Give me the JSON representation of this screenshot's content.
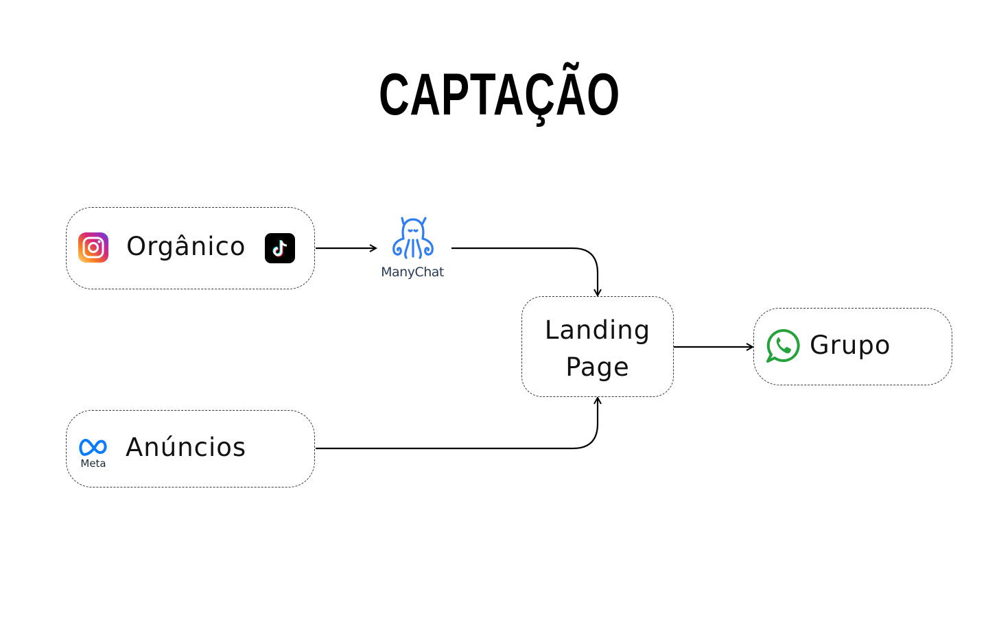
{
  "title": "CAPTAÇÃO",
  "nodes": {
    "organico": {
      "label": "Orgânico"
    },
    "anuncios": {
      "label": "Anúncios"
    },
    "landing": {
      "line1": "Landing",
      "line2": "Page"
    },
    "grupo": {
      "label": "Grupo"
    }
  },
  "brands": {
    "manychat": {
      "label": "ManyChat",
      "color": "#2f7df6"
    },
    "meta": {
      "label": "Meta",
      "color": "#0a7cff"
    },
    "whatsapp": {
      "color": "#25a33a"
    },
    "instagram": {
      "gradient": [
        "#feda75",
        "#fa7e1e",
        "#d62976",
        "#962fbf",
        "#4f5bd5"
      ]
    },
    "tiktok": {
      "color": "#000000"
    }
  },
  "icons": {
    "instagram": "instagram-icon",
    "tiktok": "tiktok-icon",
    "manychat": "manychat-icon",
    "meta": "meta-icon",
    "whatsapp": "whatsapp-icon"
  }
}
